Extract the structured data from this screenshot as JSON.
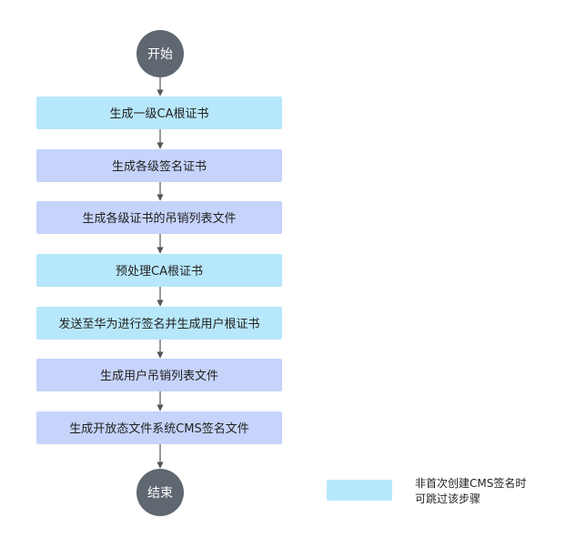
{
  "colors": {
    "terminal_fill": "#5f6770",
    "terminal_text": "#ffffff",
    "step_optional_fill": "#b7e7fb",
    "step_regular_fill": "#c6d3fb",
    "step_text": "#222222",
    "connector": "#555555",
    "legend_swatch": "#b7e7fb"
  },
  "flowchart": {
    "start_label": "开始",
    "end_label": "结束",
    "steps": [
      {
        "label": "生成一级CA根证书",
        "optional": true
      },
      {
        "label": "生成各级签名证书",
        "optional": false
      },
      {
        "label": "生成各级证书的吊销列表文件",
        "optional": false
      },
      {
        "label": "预处理CA根证书",
        "optional": true
      },
      {
        "label": "发送至华为进行签名并生成用户根证书",
        "optional": true
      },
      {
        "label": "生成用户吊销列表文件",
        "optional": false
      },
      {
        "label": "生成开放态文件系统CMS签名文件",
        "optional": false
      }
    ]
  },
  "legend": {
    "line1": "非首次创建CMS签名时",
    "line2": "可跳过该步骤"
  }
}
